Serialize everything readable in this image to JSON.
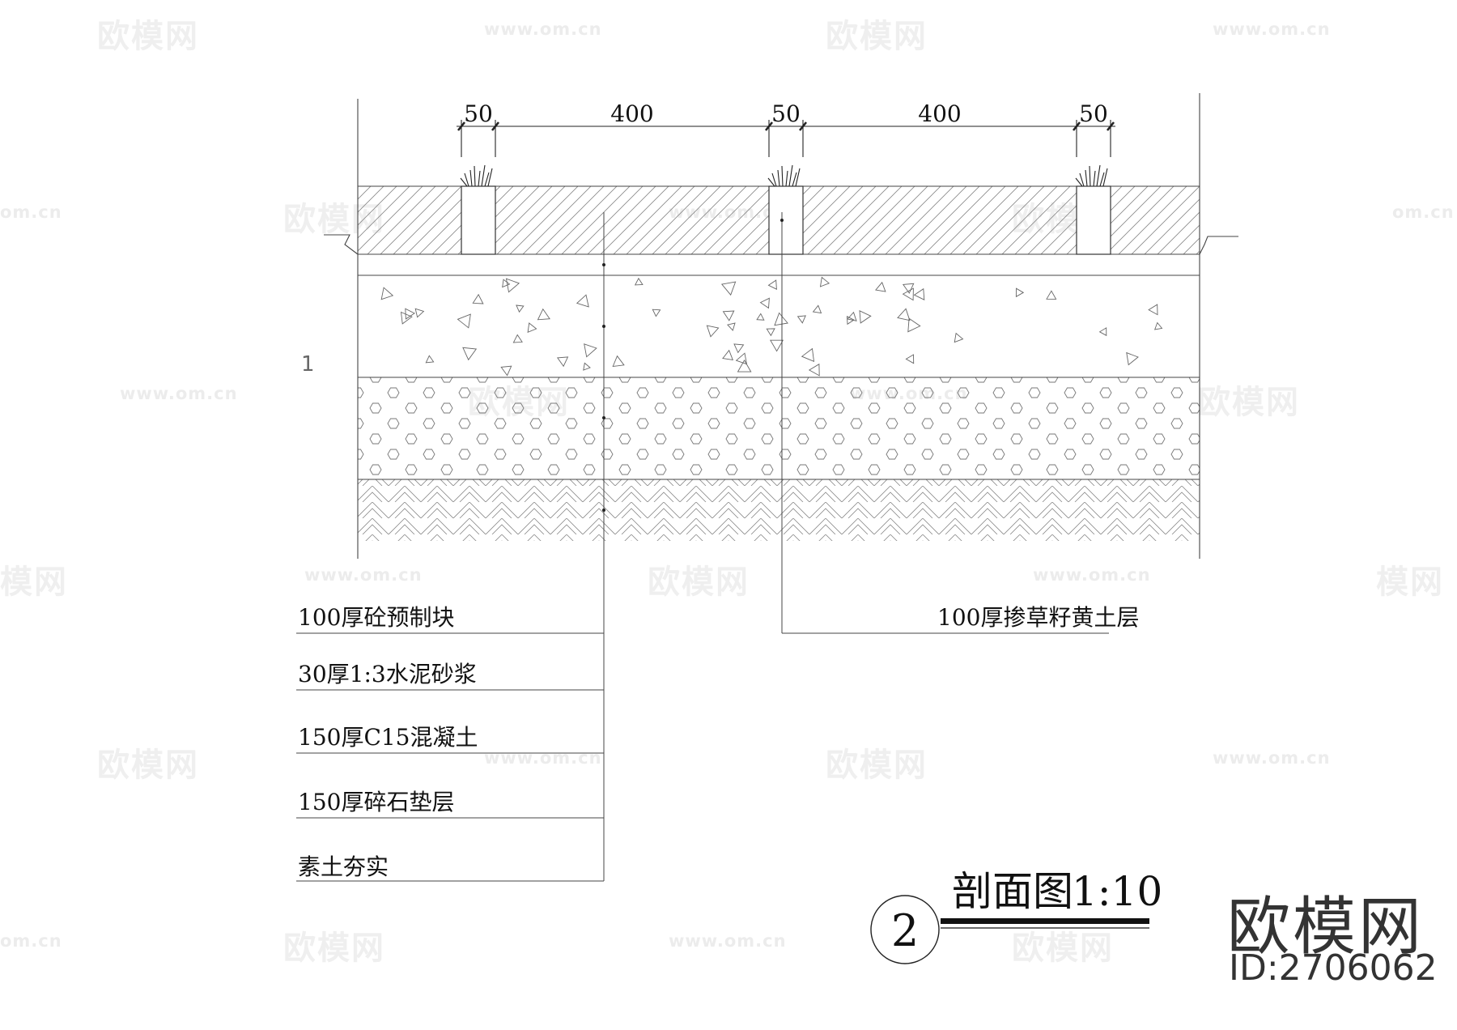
{
  "watermarks": {
    "logo_text": "欧模网",
    "url_text": "www.om.cn",
    "partial_url_text": "om.cn",
    "partial_logo_text": "模网"
  },
  "dimensions": [
    "50",
    "400",
    "50",
    "400",
    "50"
  ],
  "side_mark": "1",
  "layer_labels": [
    "100厚砼预制块",
    "30厚1:3水泥砂浆",
    "150厚C15混凝土",
    "150厚碎石垫层",
    "素土夯实"
  ],
  "grass_label": "100厚掺草籽黄土层",
  "title": {
    "number": "2",
    "name": "剖面图",
    "scale": "1:10"
  },
  "brand": {
    "name": "欧模网",
    "id": "ID:2706062"
  }
}
